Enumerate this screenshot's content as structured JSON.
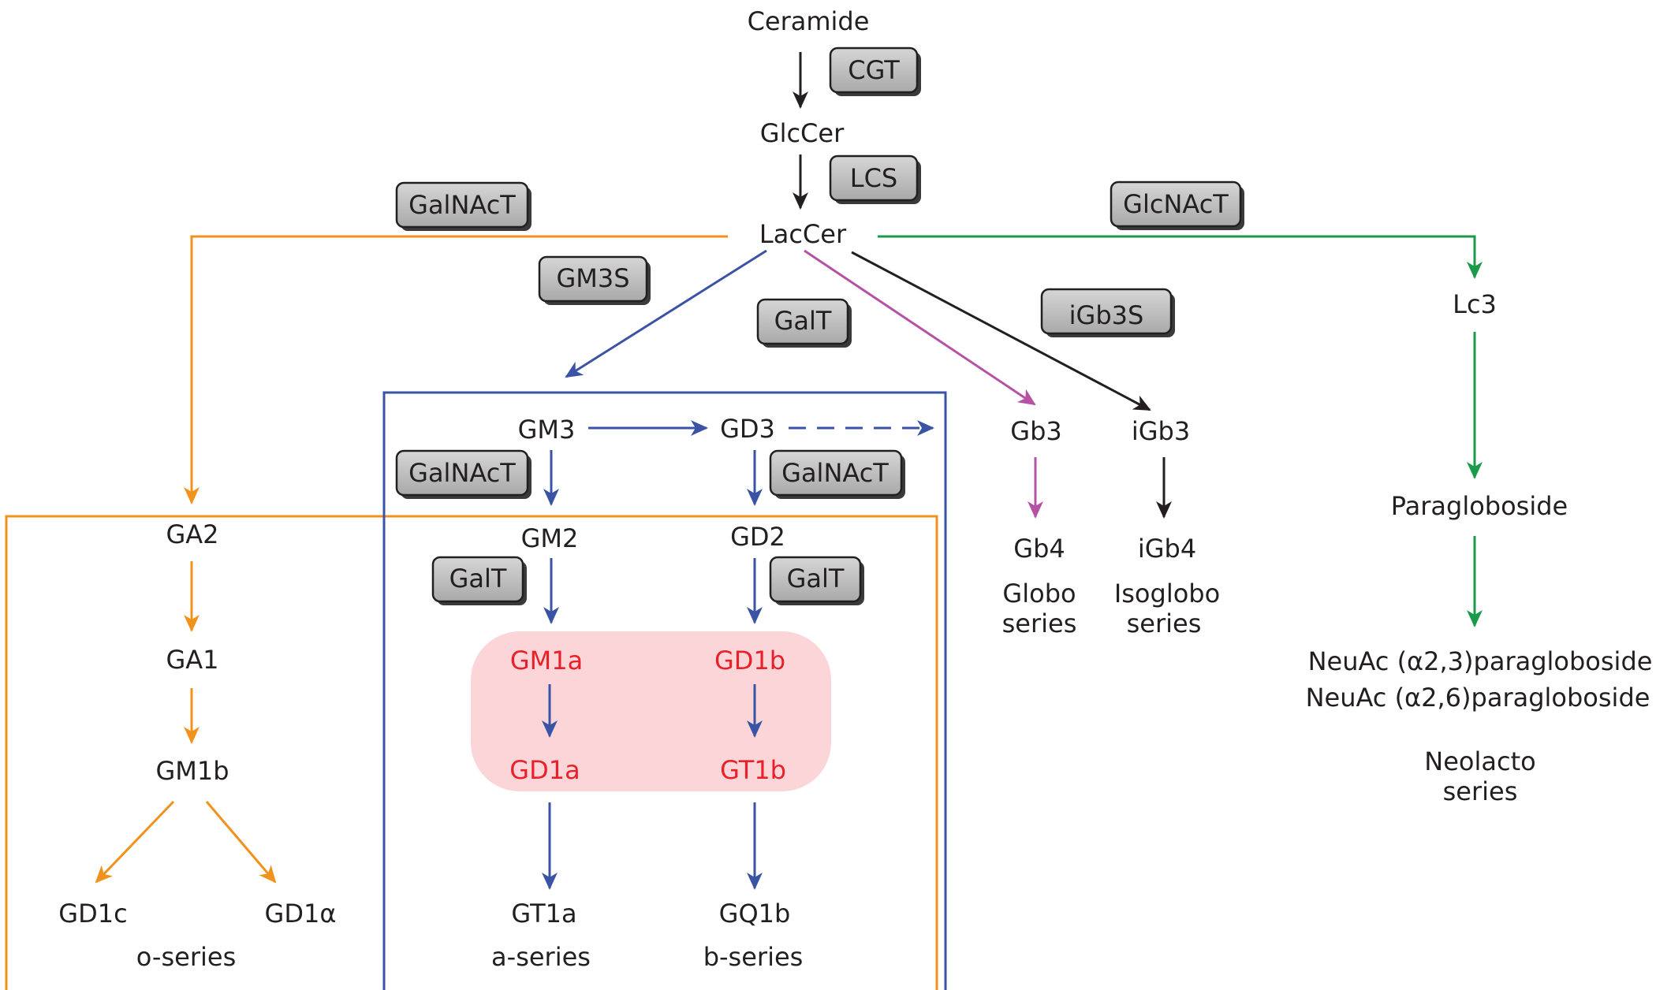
{
  "nodes": {
    "ceramide": "Ceramide",
    "glccer": "GlcCer",
    "laccer": "LacCer",
    "gm3": "GM3",
    "gd3": "GD3",
    "gm2": "GM2",
    "gd2": "GD2",
    "gm1a": "GM1a",
    "gd1b": "GD1b",
    "gd1a": "GD1a",
    "gt1b": "GT1b",
    "gt1a": "GT1a",
    "gq1b": "GQ1b",
    "ga2": "GA2",
    "ga1": "GA1",
    "gm1b": "GM1b",
    "gd1c": "GD1c",
    "gd1alpha": "GD1α",
    "gb3": "Gb3",
    "gb4": "Gb4",
    "igb3": "iGb3",
    "igb4": "iGb4",
    "lc3": "Lc3",
    "paragloboside": "Paragloboside",
    "neuac23": "NeuAc (α2,3)paragloboside",
    "neuac26": "NeuAc (α2,6)paragloboside"
  },
  "series": {
    "o": "o-series",
    "a": "a-series",
    "b": "b-series",
    "globo": [
      "Globo",
      "series"
    ],
    "isoglobo": [
      "Isoglobo",
      "series"
    ],
    "neolacto": [
      "Neolacto",
      "series"
    ]
  },
  "enzymes": {
    "cgt": "CGT",
    "lcs": "LCS",
    "galnact_left": "GalNAcT",
    "glcnact": "GlcNAcT",
    "gm3s": "GM3S",
    "galt_top": "GalT",
    "igb3s": "iGb3S",
    "galnact_gm3": "GalNAcT",
    "galnact_gd3": "GalNAcT",
    "galt_gm2": "GalT",
    "galt_gd2": "GalT"
  },
  "colors": {
    "black": "#231f20",
    "orange": "#f0921c",
    "blue": "#3a53a4",
    "purple": "#b552a5",
    "green": "#1b9a4a",
    "red_text": "#e8202a",
    "pink_highlight": "#fbd5d8",
    "enzyme_fill": "#bdbdbd"
  }
}
